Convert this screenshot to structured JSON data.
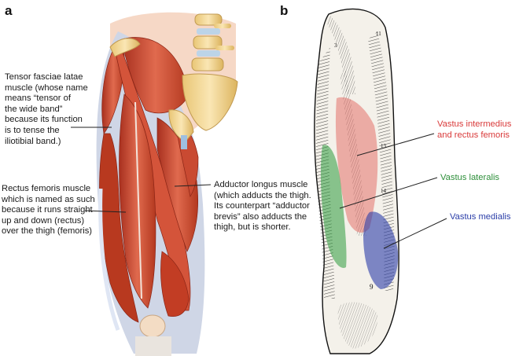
{
  "panel_a": {
    "letter": "a",
    "labels": {
      "tensor": [
        "Tensor fasciae latae",
        "muscle (whose name",
        "means “tensor of",
        "the wide band”",
        "because its function",
        "is to tense the",
        "iliotibial band.)"
      ],
      "rectus": [
        "Rectus femoris muscle",
        "which is named as such",
        "because it runs straight",
        "up and down (rectus)",
        "over the thigh (femoris)"
      ],
      "adductor": [
        "Adductor longus muscle",
        "(which adducts the thigh.",
        "Its counterpart “adductor",
        "brevis” also adducts the",
        "thigh, but is shorter."
      ]
    }
  },
  "panel_b": {
    "letter": "b",
    "labels": {
      "intermedius": [
        "Vastus intermedius",
        "and rectus femoris"
      ],
      "lateralis": [
        "Vastus lateralis"
      ],
      "medialis": [
        "Vastus medialis"
      ]
    },
    "colors": {
      "intermedius": "#d93a3a",
      "lateralis": "#2e8f3a",
      "medialis": "#2b3ea8"
    }
  },
  "colors": {
    "muscle": "#c8402c",
    "muscle_light": "#e27558",
    "bone": "#f0d79a",
    "tendon": "#e8e4df"
  }
}
